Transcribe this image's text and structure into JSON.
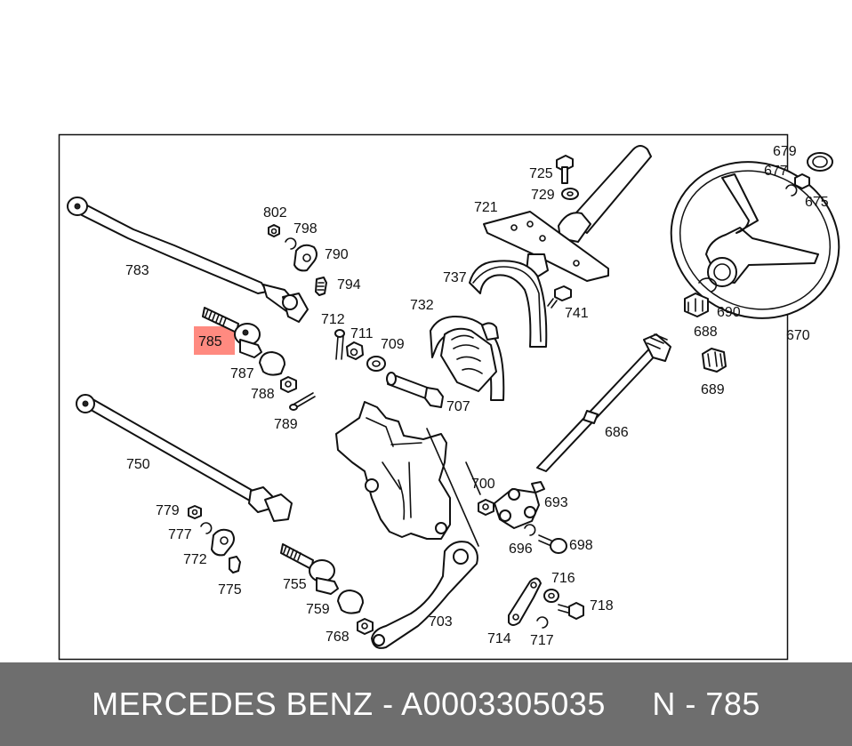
{
  "highlight": {
    "label": "785",
    "color": "#ff8a80"
  },
  "labels": {
    "l679": "679",
    "l677": "677",
    "l675": "675",
    "l725": "725",
    "l729": "729",
    "l721": "721",
    "l802": "802",
    "l798": "798",
    "l790": "790",
    "l794": "794",
    "l783": "783",
    "l737": "737",
    "l741": "741",
    "l732": "732",
    "l712": "712",
    "l711": "711",
    "l709": "709",
    "l785": "785",
    "l787": "787",
    "l788": "788",
    "l789": "789",
    "l707": "707",
    "l690": "690",
    "l688": "688",
    "l670": "670",
    "l689": "689",
    "l686": "686",
    "l750": "750",
    "l700": "700",
    "l693": "693",
    "l779": "779",
    "l777": "777",
    "l772": "772",
    "l775": "775",
    "l696": "696",
    "l698": "698",
    "l755": "755",
    "l716": "716",
    "l759": "759",
    "l703": "703",
    "l718": "718",
    "l768": "768",
    "l714": "714",
    "l717": "717"
  },
  "footer": {
    "brand": "MERCEDES BENZ",
    "part_number": "A0003305035",
    "item": "N - 785",
    "text": "MERCEDES BENZ - A0003305035     N - 785",
    "background": "#6e6e6e"
  }
}
